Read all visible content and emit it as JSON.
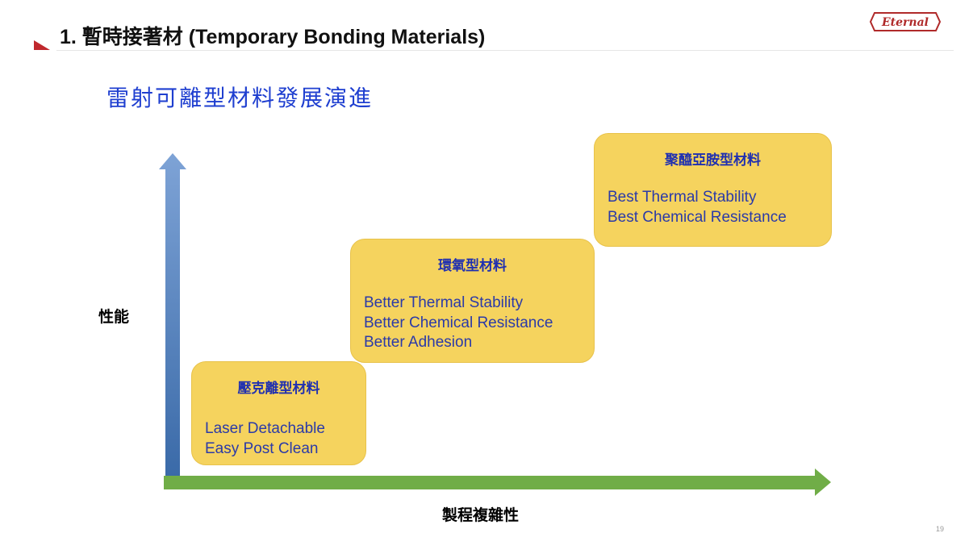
{
  "header": {
    "title": "1. 暫時接著材 (Temporary Bonding Materials)",
    "logo_text": "Eternal"
  },
  "subtitle": "雷射可離型材料發展演進",
  "axes": {
    "y_label": "性能",
    "x_label": "製程複雜性"
  },
  "boxes": [
    {
      "title": "壓克離型材料",
      "lines": [
        "Laser Detachable",
        "Easy Post Clean"
      ]
    },
    {
      "title": "環氧型材料",
      "lines": [
        "Better Thermal Stability",
        "Better Chemical Resistance",
        "Better Adhesion"
      ]
    },
    {
      "title": "聚醯亞胺型材料",
      "lines": [
        "Best Thermal Stability",
        "Best Chemical Resistance"
      ]
    }
  ],
  "page_number": "19",
  "colors": {
    "box": "#f5d35e",
    "y_arrow": "#4f81bd",
    "x_arrow": "#70ad47",
    "title_blue": "#1f3fd0"
  }
}
